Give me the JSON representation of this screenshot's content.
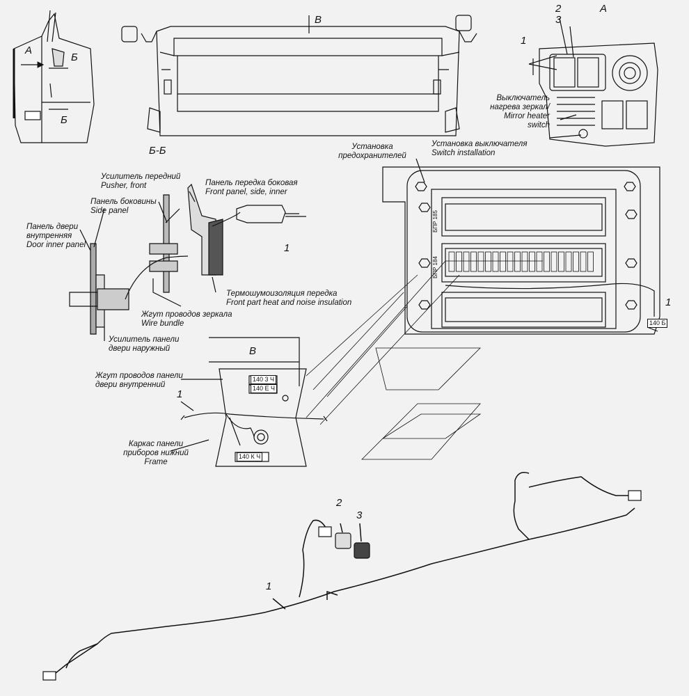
{
  "views": {
    "a": "А",
    "b": "Б",
    "b_bottom": "Б",
    "v": "В",
    "a_detail": "А",
    "section": "Б-Б",
    "v_detail": "В"
  },
  "callouts": {
    "n1_a": "1",
    "n2_a": "2",
    "n3_a": "3",
    "n1_bb": "1",
    "n1_fuse": "1",
    "n1_v": "1",
    "n1_harness": "1",
    "n2_harness": "2",
    "n3_harness": "3"
  },
  "labels": {
    "mirror_switch": [
      "Выключатель",
      "нагрева зеркал/",
      "Mirror heater",
      "switch"
    ],
    "switch_install": [
      "Установка выключателя",
      "Switch installation"
    ],
    "fuse_install": [
      "Установка",
      "предохранителей"
    ],
    "pusher": [
      "Усилитель передний",
      "Pusher, front"
    ],
    "side_panel": [
      "Панель боковины",
      "Side panel"
    ],
    "front_panel": [
      "Панель передка боковая",
      "Front panel, side, inner"
    ],
    "door_inner": [
      "Панель двери",
      "внутренняя",
      "Door inner panel"
    ],
    "insulation": [
      "Термошумоизоляция передка",
      "Front part heat and noise insulation"
    ],
    "wire_bundle": [
      "Жгут проводов зеркала",
      "Wire bundle"
    ],
    "door_reinf": [
      "Усилитель панели",
      "двери наружный"
    ],
    "door_harness": [
      "Жгут проводов панели",
      "двери внутренний"
    ],
    "frame": [
      "Каркас панели",
      "приборов нижний",
      "Frame"
    ]
  },
  "tags": {
    "t1": "140 3 Ч",
    "t2": "140 Е Ч",
    "t3": "140 К Ч",
    "t4": "140 Б",
    "bpr1": "БПР 185",
    "bpr2": "БПР 184"
  }
}
